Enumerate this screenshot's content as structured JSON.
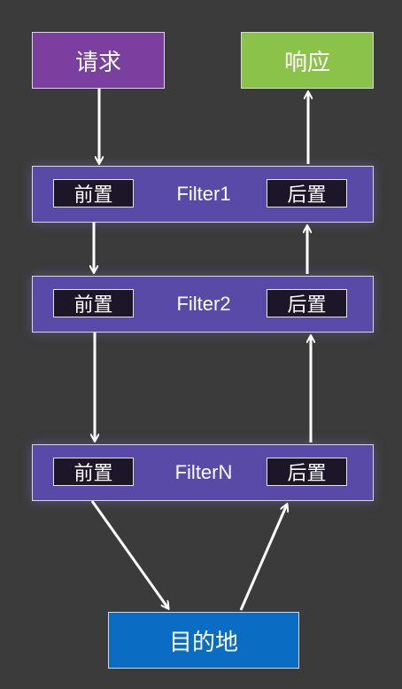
{
  "nodes": {
    "request": "请求",
    "response": "响应",
    "destination": "目的地"
  },
  "filters": [
    {
      "name": "Filter1",
      "pre": "前置",
      "post": "后置"
    },
    {
      "name": "Filter2",
      "pre": "前置",
      "post": "后置"
    },
    {
      "name": "FilterN",
      "pre": "前置",
      "post": "后置"
    }
  ],
  "colors": {
    "request": "#7b3fa0",
    "response": "#8bc34a",
    "filter": "#5a4aa7",
    "destination": "#0b6cc4",
    "background": "#3b3b3b"
  }
}
